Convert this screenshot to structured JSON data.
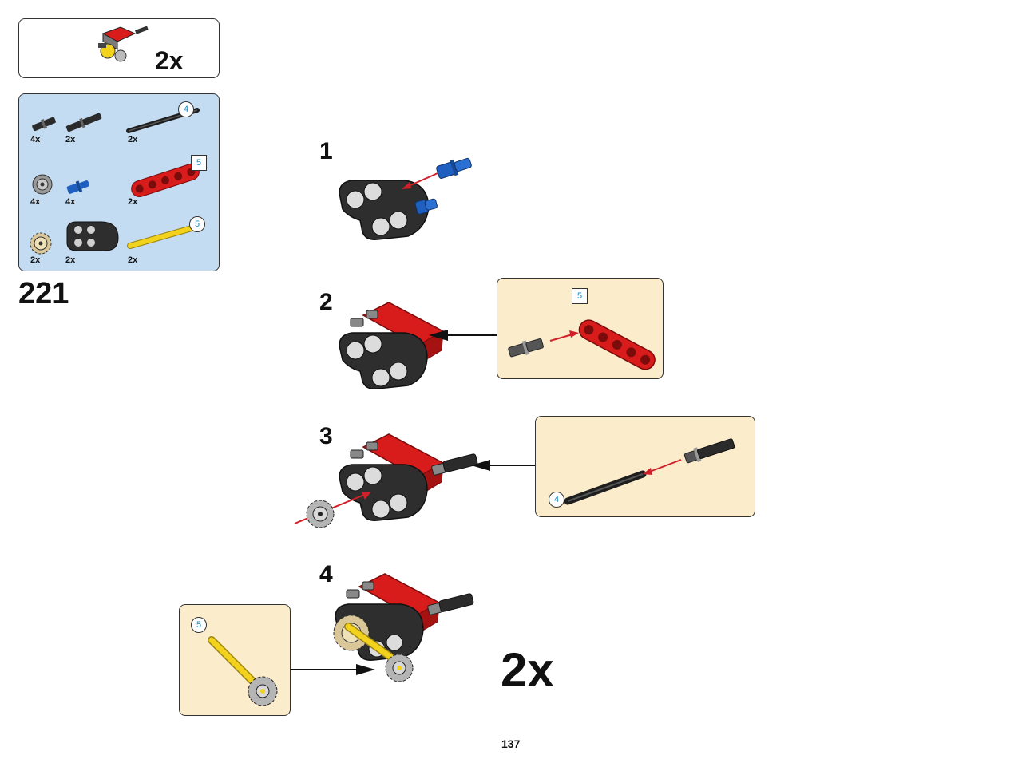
{
  "top_callout": {
    "multiplier": "2x"
  },
  "parts_list": [
    {
      "icon": "black-pin-icon",
      "qty": "4x"
    },
    {
      "icon": "black-long-pin-icon",
      "qty": "2x"
    },
    {
      "icon": "black-axle-4-icon",
      "qty": "2x",
      "length": "4"
    },
    {
      "icon": "gray-bush-icon",
      "qty": "4x"
    },
    {
      "icon": "blue-axle-pin-icon",
      "qty": "4x"
    },
    {
      "icon": "red-beam-5-icon",
      "qty": "2x",
      "length": "5"
    },
    {
      "icon": "tan-gear-icon",
      "qty": "2x"
    },
    {
      "icon": "black-connector-icon",
      "qty": "2x"
    },
    {
      "icon": "yellow-axle-5-icon",
      "qty": "2x",
      "length": "5"
    }
  ],
  "main_step_number": "221",
  "sub_steps": [
    {
      "number": "1"
    },
    {
      "number": "2",
      "callout_length": "5"
    },
    {
      "number": "3",
      "callout_length": "4"
    },
    {
      "number": "4",
      "callout_length": "5"
    }
  ],
  "final_multiplier": "2x",
  "page_number": "137",
  "colors": {
    "parts_panel_bg": "#c3dcf2",
    "subassembly_bg": "#fbeccb",
    "beam_red": "#d81b1b",
    "pin_blue": "#1f5fbf",
    "axle_yellow": "#f2d21c",
    "arrow_red": "#d0202a",
    "length_badge_text": "#1a8bc7"
  }
}
